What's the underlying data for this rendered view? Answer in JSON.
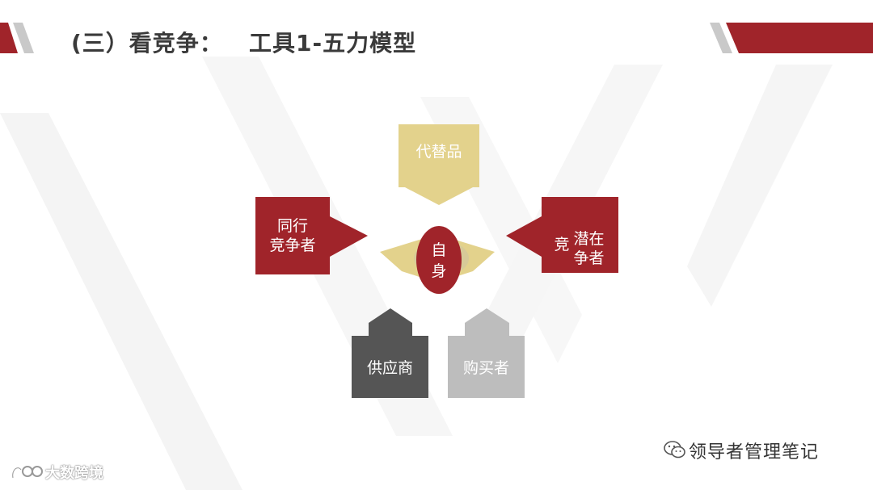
{
  "slide": {
    "title": "(三）看竞争：   工具1-五力模型"
  },
  "colors": {
    "brand_red": "#A0242A",
    "gold": "#E3D28C",
    "dark_gray": "#555555",
    "light_gray": "#BDBDBD"
  },
  "model": {
    "center": {
      "line1": "自",
      "line2": "身"
    },
    "top": {
      "label": "代替品"
    },
    "left": {
      "line1": "同行",
      "line2": "竞争者"
    },
    "right": {
      "overlap": "竞",
      "line1": "潜在",
      "line2": "争者"
    },
    "bottom_left": {
      "label": "供应商"
    },
    "bottom_right": {
      "label": "购买者"
    }
  },
  "footer": {
    "account": "领导者管理笔记",
    "account_icon": "wechat-icon",
    "watermark": "大数跨境",
    "watermark_icon": "logo-icon"
  }
}
